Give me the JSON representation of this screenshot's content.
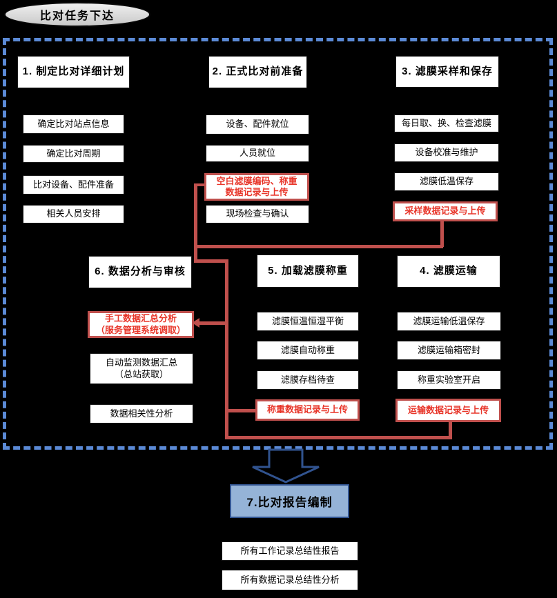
{
  "start": {
    "label": "比对任务下达"
  },
  "steps": [
    {
      "header": "1. 制定比对详细计划",
      "items": [
        "确定比对站点信息",
        "确定比对周期",
        "比对设备、配件准备",
        "相关人员安排"
      ]
    },
    {
      "header": "2. 正式比对前准备",
      "items": [
        "设备、配件就位",
        "人员就位",
        "空白滤膜编码、称重\n数据记录与上传",
        "现场检查与确认"
      ]
    },
    {
      "header": "3. 滤膜采样和保存",
      "items": [
        "每日取、换、检查滤膜",
        "设备校准与维护",
        "滤膜低温保存",
        "采样数据记录与上传"
      ]
    },
    {
      "header": "4. 滤膜运输",
      "items": [
        "滤膜运输低温保存",
        "滤膜运输箱密封",
        "称重实验室开启",
        "运输数据记录与上传"
      ]
    },
    {
      "header": "5. 加载滤膜称重",
      "items": [
        "滤膜恒温恒湿平衡",
        "滤膜自动称重",
        "滤膜存档待查",
        "称重数据记录与上传"
      ]
    },
    {
      "header": "6. 数据分析与审核",
      "items": [
        "手工数据汇总分析\n（服务管理系统调取）",
        "自动监测数据汇总\n（总站获取）",
        "数据相关性分析"
      ]
    }
  ],
  "report": {
    "header": "7.比对报告编制",
    "items": [
      "所有工作记录总结性报告",
      "所有数据记录总结性分析"
    ]
  },
  "colors": {
    "connector_red": "#C0504D",
    "highlight_text_red": "#E8362A",
    "boundary_blue": "#5B8AD6",
    "arrow_blue": "#31538F",
    "report_fill_blue": "#95B3D7",
    "start_fill_gray": "#DCDCDC"
  }
}
